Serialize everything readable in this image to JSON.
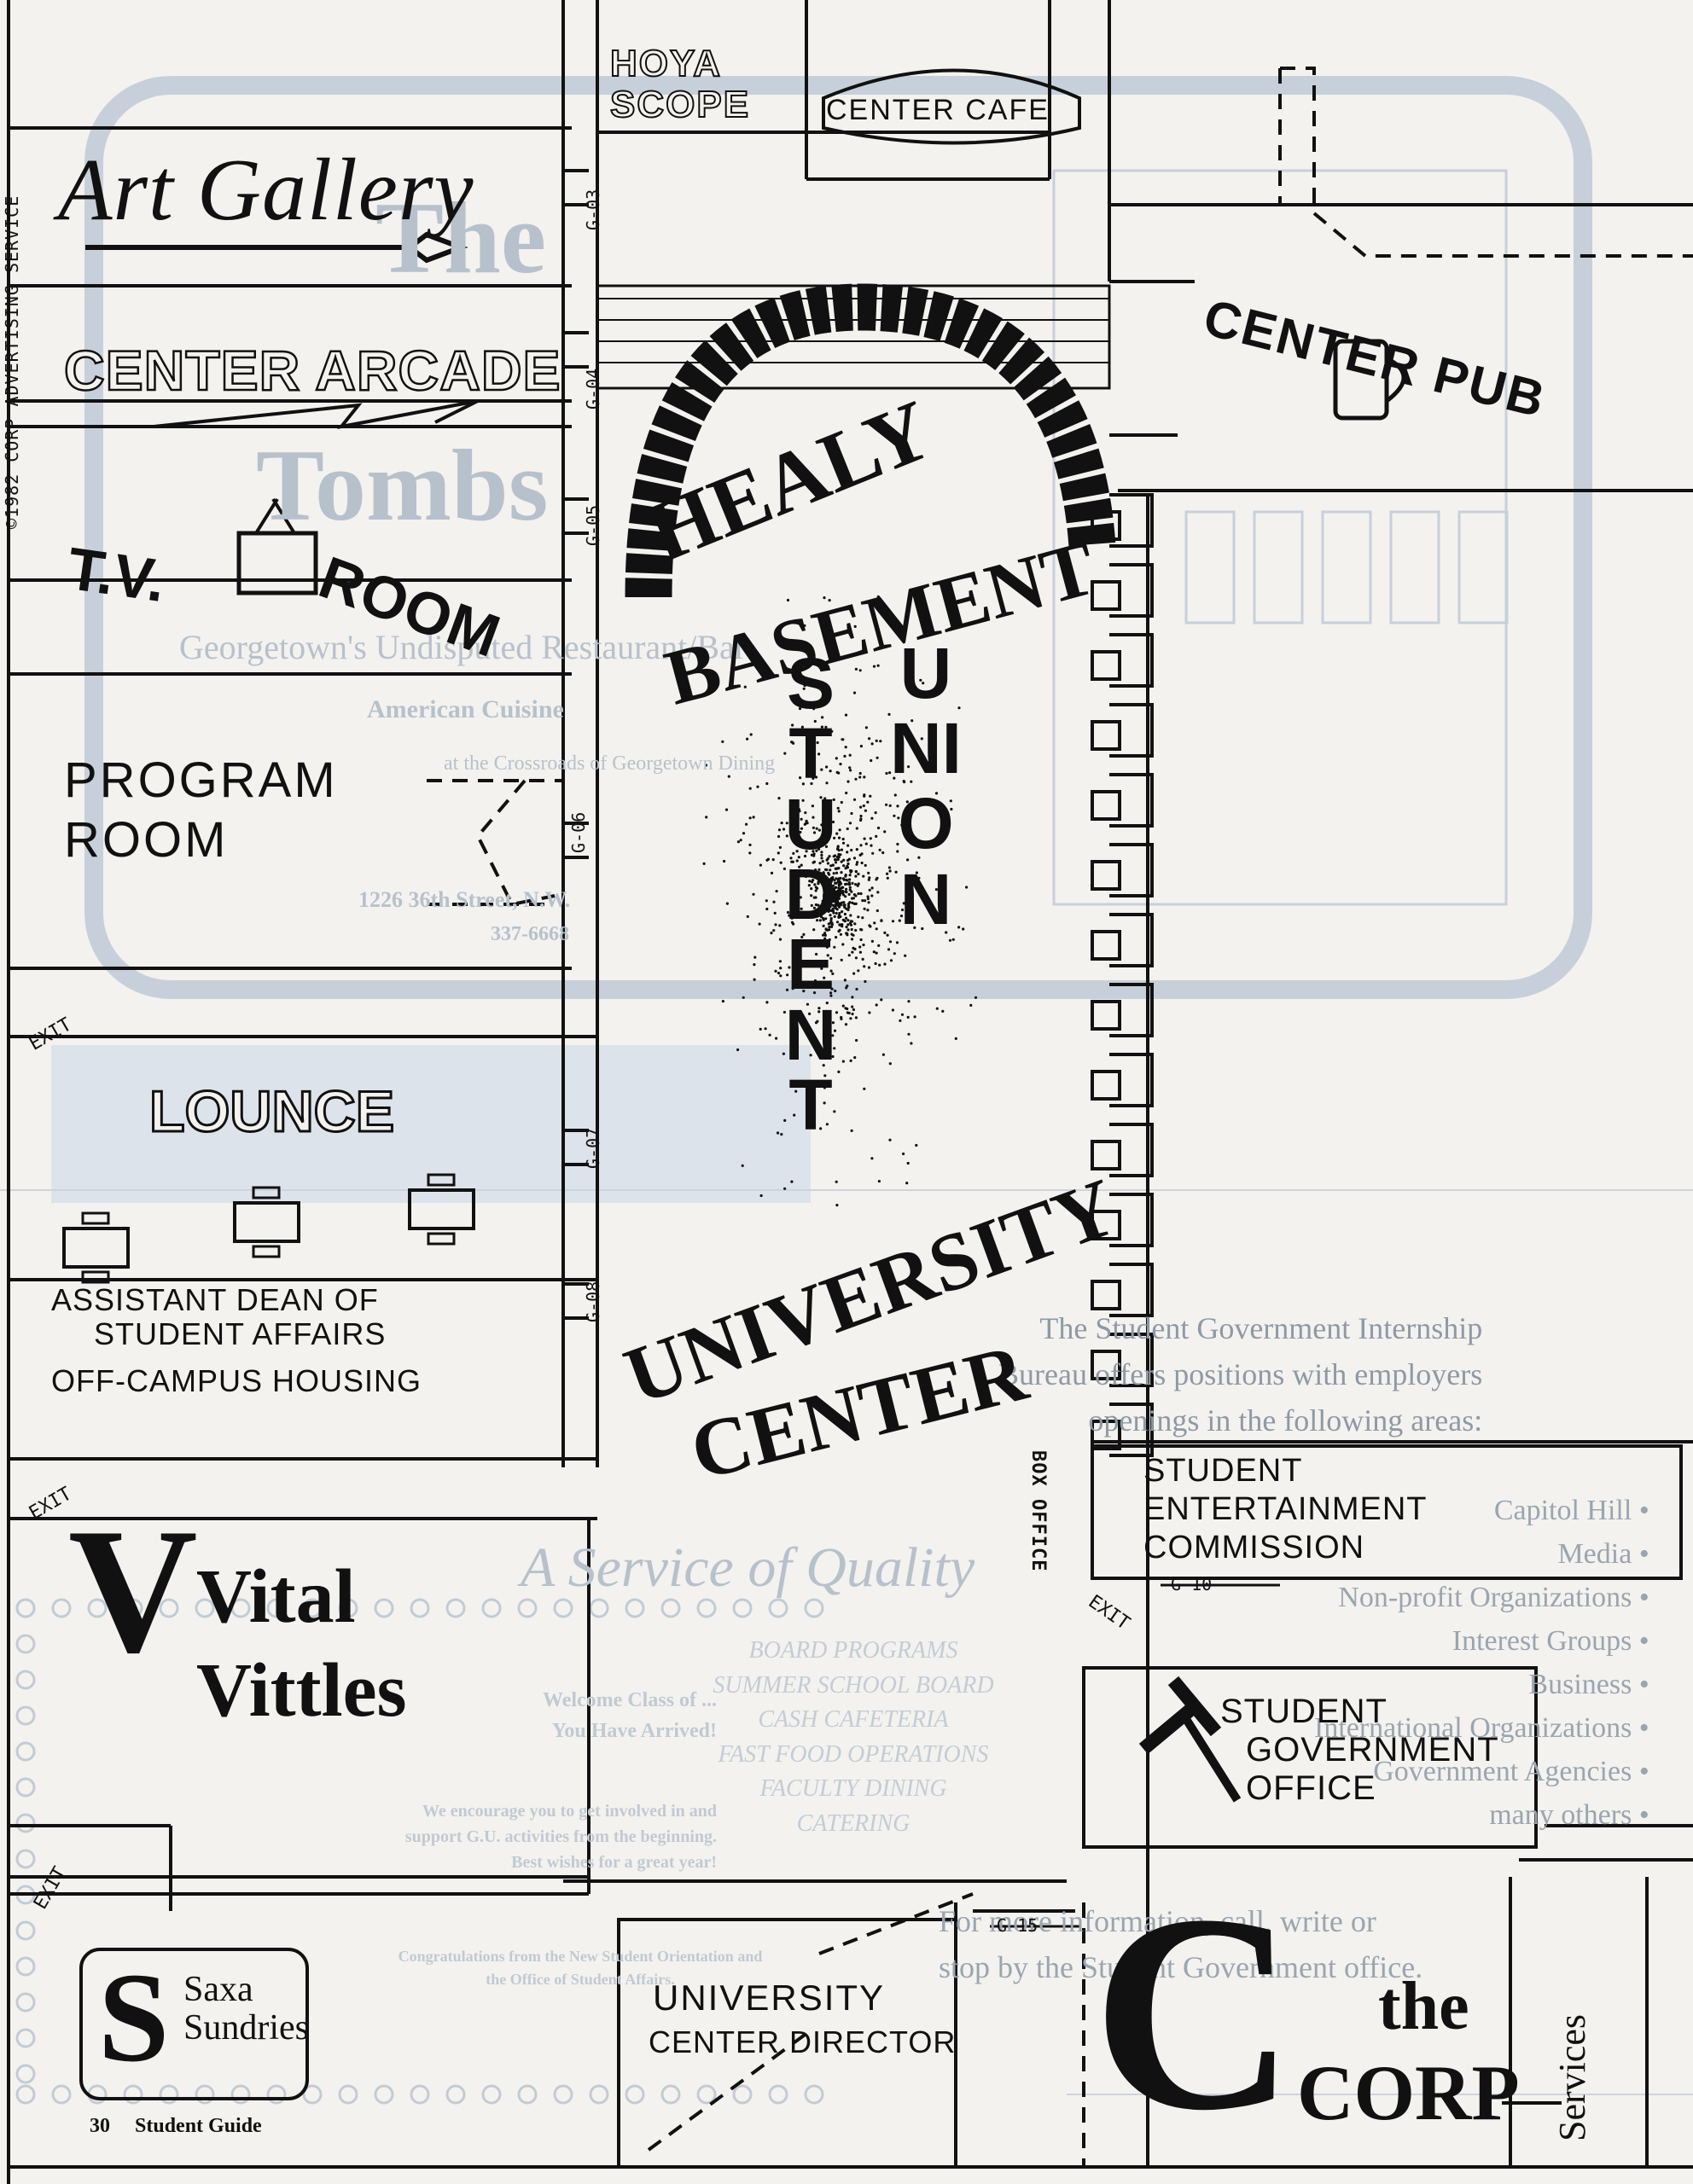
{
  "margin_credit": "©1982 CORP ADVERTISING SERVICE",
  "footer": {
    "page_number": "30",
    "publication": "Student Guide"
  },
  "rooms": {
    "hoya_scope": [
      "HOYA",
      "SCOPE"
    ],
    "center_cafe": "CENTER CAFE",
    "art_gallery": "Art Gallery",
    "center_arcade": "CENTER ARCADE",
    "tv_room": {
      "tv": "T.V.",
      "room": "ROOM"
    },
    "center_pub": "CENTER PUB",
    "program_room": [
      "PROGRAM",
      "ROOM"
    ],
    "lounge": "LOUNCE",
    "dean": [
      "ASSISTANT DEAN OF",
      "STUDENT AFFAIRS",
      "OFF-CAMPUS HOUSING"
    ],
    "vital_vittles": [
      "Vital",
      "Vittles"
    ],
    "saxa_sundries": [
      "Saxa",
      "Sundries"
    ],
    "university_center_director": [
      "UNIVERSITY",
      "CENTER DIRECTOR"
    ],
    "student_entertainment": [
      "STUDENT",
      "ENTERTAINMENT",
      "COMMISSION"
    ],
    "box_office": "BOX OFFICE",
    "student_government": [
      "STUDENT",
      "GOVERNMENT",
      "OFFICE"
    ],
    "the_corp": {
      "the": "the",
      "corp": "CORP",
      "services": "Services"
    }
  },
  "central_title": {
    "healy": "HEALY",
    "basement": "BASEMENT",
    "student": "STUDENT",
    "union": "UNION",
    "university": "UNIVERSITY",
    "center": "CENTER"
  },
  "room_codes": [
    "G-03",
    "G-04",
    "G-05",
    "G-06",
    "G-07",
    "G-08",
    "G-10",
    "G-15"
  ],
  "exit_label": "EXIT",
  "show_through": {
    "brand_top": [
      "The",
      "Tombs"
    ],
    "restaurant": "Georgetown's Undisputed Restaurant/Bar",
    "cuisine": "American Cuisine",
    "tagline_partial": "at the Crossroads of Georgetown Dining",
    "address": "1226 36th Street, N.W.",
    "phone": "337-6668",
    "internship_intro": [
      "The Student Government Internship",
      "Bureau offers positions with employers",
      "openings in the following areas:"
    ],
    "internship_areas": [
      "Capitol Hill",
      "Media",
      "Non-profit Organizations",
      "Interest Groups",
      "Business",
      "International Organizations",
      "Government Agencies",
      "many others"
    ],
    "internship_contact": [
      "For more information, call, write or",
      "stop by the Student Government office."
    ],
    "service_heading": "A Service of Quality",
    "service_list": [
      "BOARD PROGRAMS",
      "SUMMER SCHOOL BOARD",
      "CASH CAFETERIA",
      "FAST FOOD OPERATIONS",
      "FACULTY DINING",
      "CATERING"
    ],
    "welcome": [
      "Welcome Class of ...",
      "You Have Arrived!"
    ],
    "encourage": [
      "We encourage you to get involved in and",
      "support G.U. activities from the beginning.",
      "Best wishes for a great year!"
    ],
    "orientation_note": [
      "Congratulations from the New Student Orientation and",
      "the Office of Student Affairs."
    ]
  }
}
